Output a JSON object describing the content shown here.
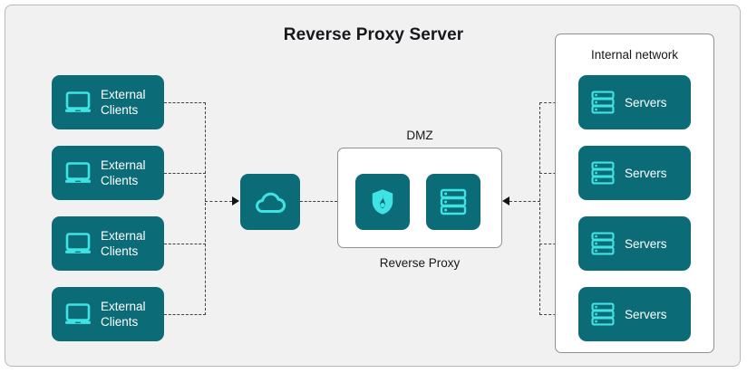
{
  "diagram": {
    "title": "Reverse Proxy Server",
    "background_color": "#f1f1f1",
    "node_color": "#0b6c78",
    "icon_color": "#3fe3e3",
    "text_color": "#ffffff",
    "connector_color": "#3d4044"
  },
  "clients": {
    "label": "External\nClients",
    "icon": "laptop-icon",
    "items": [
      {
        "label": "External\nClients",
        "icon": "laptop-icon"
      },
      {
        "label": "External\nClients",
        "icon": "laptop-icon"
      },
      {
        "label": "External\nClients",
        "icon": "laptop-icon"
      },
      {
        "label": "External\nClients",
        "icon": "laptop-icon"
      }
    ]
  },
  "internet": {
    "icon": "cloud-icon"
  },
  "dmz": {
    "caption_top": "DMZ",
    "caption_bottom": "Reverse Proxy",
    "nodes": [
      {
        "icon": "firewall-shield-icon"
      },
      {
        "icon": "server-icon"
      }
    ]
  },
  "internal_network": {
    "caption": "Internal network",
    "items": [
      {
        "label": "Servers",
        "icon": "server-icon"
      },
      {
        "label": "Servers",
        "icon": "server-icon"
      },
      {
        "label": "Servers",
        "icon": "server-icon"
      },
      {
        "label": "Servers",
        "icon": "server-icon"
      }
    ]
  }
}
